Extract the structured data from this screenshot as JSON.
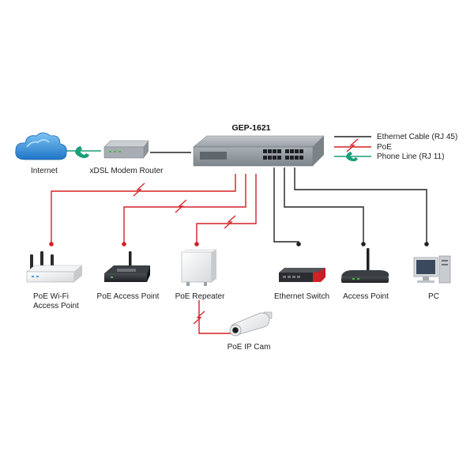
{
  "switch": {
    "model": "GEP-1621"
  },
  "legend": [
    {
      "key": "ethernet",
      "label": "Ethernet Cable (RJ 45)",
      "color": "#222222"
    },
    {
      "key": "poe",
      "label": "PoE",
      "color": "#d42027"
    },
    {
      "key": "phone",
      "label": "Phone Line (RJ 11)",
      "color": "#1a9e7a"
    }
  ],
  "devices": {
    "internet": "Internet",
    "modem": "xDSL Modem Router",
    "poe_wifi_ap": [
      "PoE Wi-Fi",
      "Access Point"
    ],
    "poe_ap": "PoE Access Point",
    "poe_repeater": "PoE Repeater",
    "ethernet_switch": "Ethernet Switch",
    "access_point": "Access Point",
    "pc": "PC",
    "poe_ip_cam": "PoE IP Cam"
  },
  "colors": {
    "ethernet": "#222222",
    "poe": "#d42027",
    "phone": "#1a9e7a",
    "cloud": "#2f8fd8",
    "switch_body": "#8e969c"
  }
}
